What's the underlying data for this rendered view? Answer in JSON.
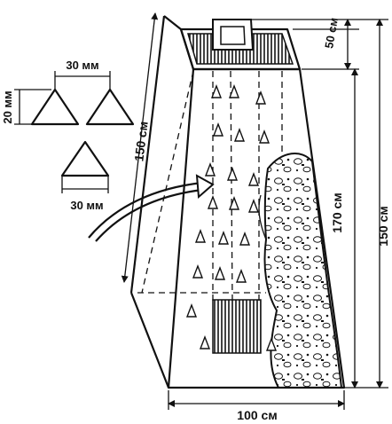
{
  "dimensions": {
    "tri_width_top": "30 мм",
    "tri_height": "20 мм",
    "tri_width_bottom": "30 мм",
    "slant_height": "150 см",
    "cap_height": "50 см",
    "inner_height": "170 см",
    "outer_height": "150 см",
    "base_width": "100 см"
  },
  "colors": {
    "ink": "#111111",
    "paper": "#ffffff"
  }
}
